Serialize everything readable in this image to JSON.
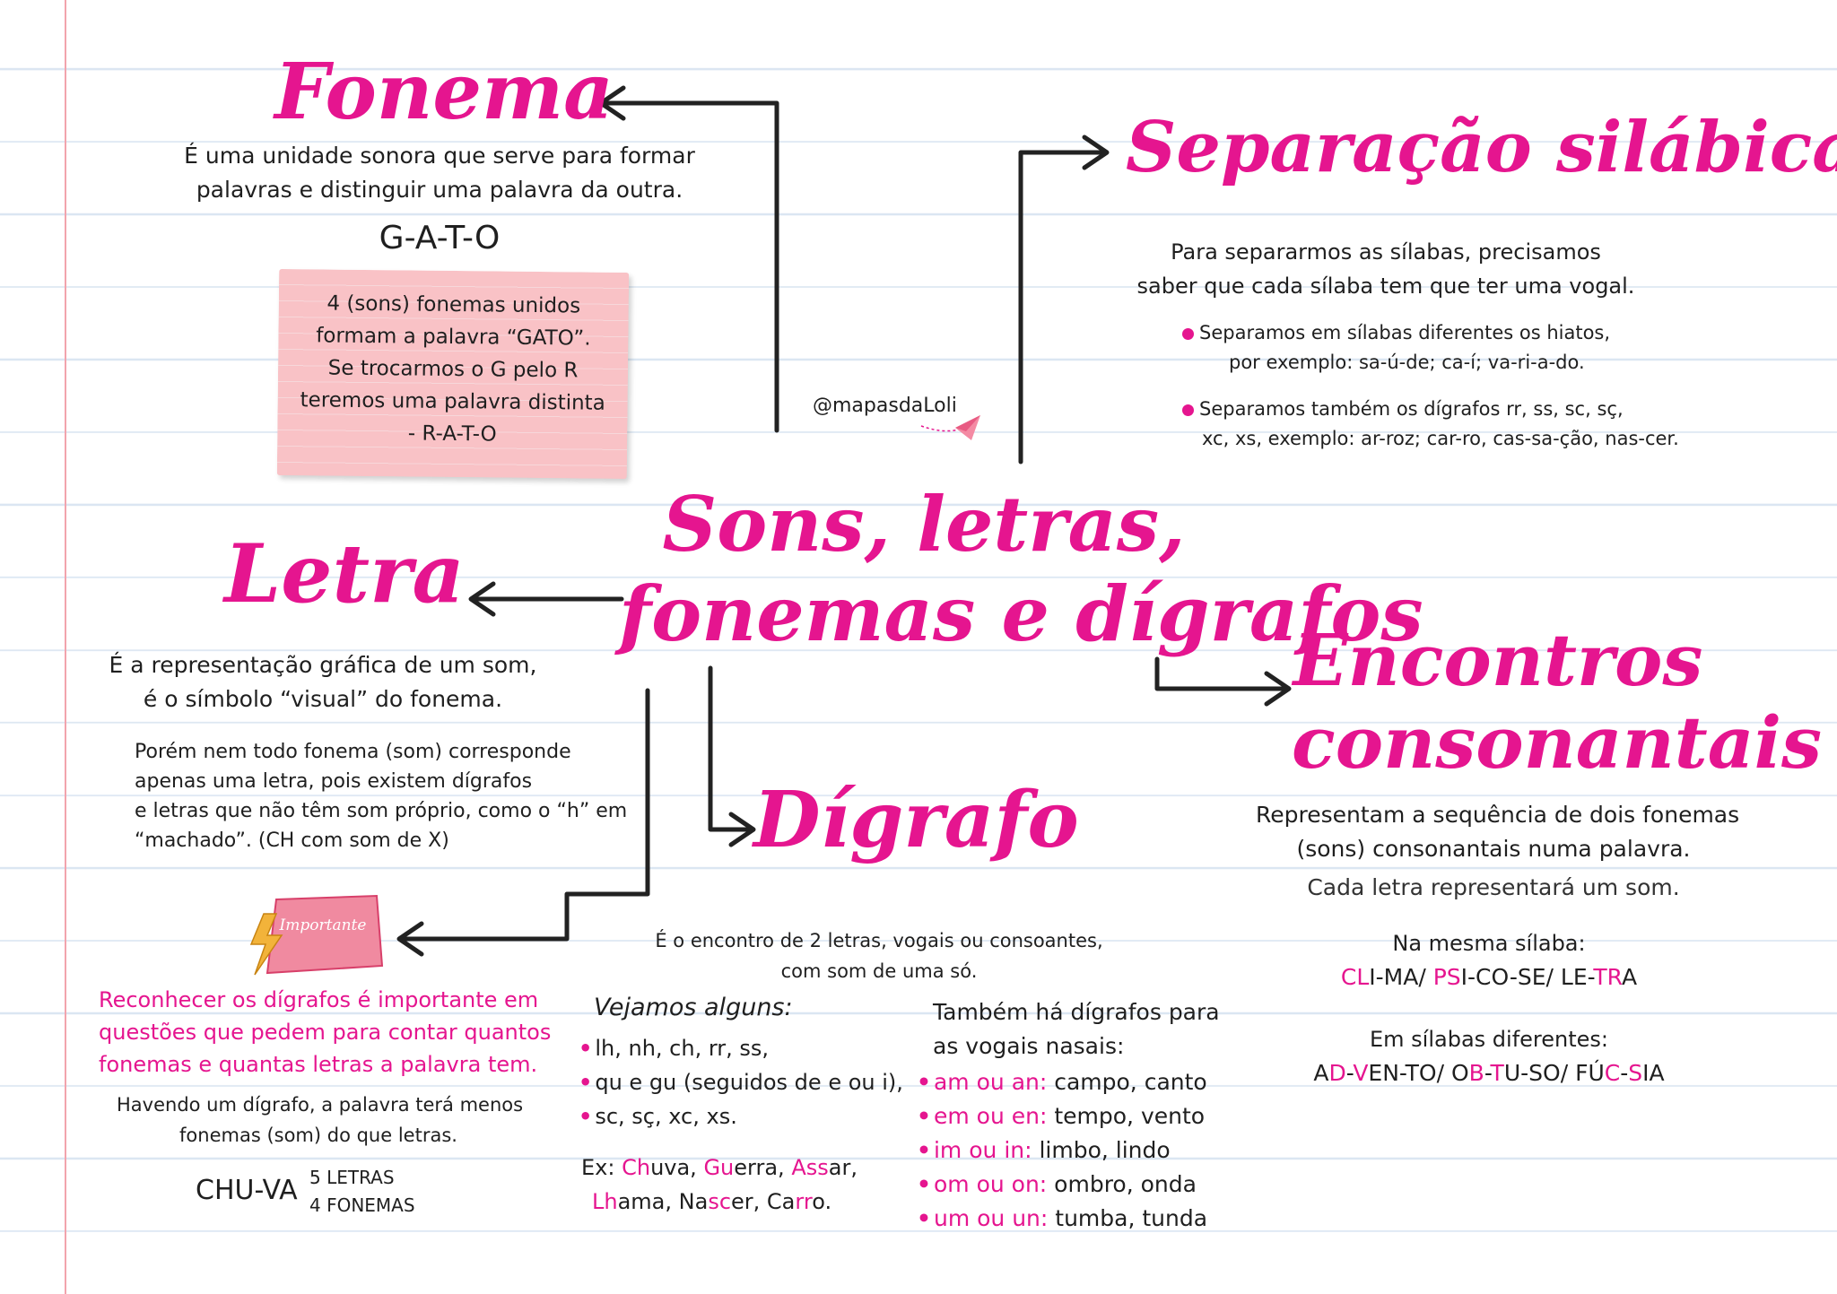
{
  "colors": {
    "accent": "#e5158f",
    "note_bg": "#f9c2c6",
    "ink": "#1f1f1f",
    "badge_bg": "#f08aa0",
    "lightning": "#f2b33a"
  },
  "center_title": [
    "Sons, letras,",
    "fonemas e dígrafos"
  ],
  "watermark": "@mapasdaLoli",
  "fonema": {
    "title": "Fonema",
    "desc": [
      "É uma unidade sonora que serve para formar",
      "palavras e distinguir uma palavra da outra."
    ],
    "example": "G-A-T-O",
    "note": [
      "4 (sons) fonemas unidos",
      "formam a palavra “GATO”.",
      "Se trocarmos o G pelo R",
      "teremos uma palavra distinta",
      "- R-A-T-O"
    ]
  },
  "separacao": {
    "title": "Separação silábica",
    "desc": [
      "Para separarmos as sílabas, precisamos",
      "saber que cada sílaba tem que ter uma vogal."
    ],
    "bullets": [
      [
        "Separamos em sílabas diferentes os hiatos,",
        "por exemplo: sa-ú-de; ca-í; va-ri-a-do."
      ],
      [
        "Separamos também os dígrafos rr, ss, sc, sç,",
        "xc, xs, exemplo: ar-roz; car-ro, cas-sa-ção, nas-cer."
      ]
    ]
  },
  "letra": {
    "title": "Letra",
    "desc": [
      "É a representação gráfica de um som,",
      "é o símbolo “visual” do fonema."
    ],
    "detail": [
      "Porém nem todo fonema (som) corresponde",
      "apenas uma letra, pois existem dígrafos",
      "e letras que não têm som próprio, como o “h” em",
      "“machado”. (CH com som de X)"
    ]
  },
  "encontros": {
    "title": [
      "Encontros",
      "consonantais"
    ],
    "desc": [
      "Representam a sequência de dois fonemas",
      "(sons) consonantais numa palavra."
    ],
    "desc2": "Cada letra representará um som.",
    "same_label": "Na mesma sílaba:",
    "same_parts": [
      "CL",
      "I-MA/ ",
      "PS",
      "I-CO-SE/ LE-",
      "TR",
      "A"
    ],
    "diff_label": "Em sílabas diferentes:",
    "diff_parts": [
      "A",
      "D",
      "-",
      "V",
      "EN-TO/ O",
      "B",
      "-",
      "T",
      "U-SO/ FÚ",
      "C",
      "-",
      "S",
      "IA"
    ]
  },
  "digrafo": {
    "title": "Dígrafo",
    "desc": [
      "É o encontro de 2 letras, vogais ou consoantes,",
      "com som de uma só."
    ],
    "list_title": "Vejamos alguns:",
    "list": [
      "lh, nh, ch, rr, ss,",
      "qu e gu (seguidos de e ou i),",
      "sc, sç, xc, xs."
    ],
    "ex_label": "Ex: ",
    "examples": [
      [
        "Ch",
        "uva, "
      ],
      [
        "Gu",
        "erra, "
      ],
      [
        "A",
        ""
      ],
      [
        "ss",
        "ar,"
      ],
      [
        "Lh",
        "ama, "
      ],
      [
        "Na",
        ""
      ],
      [
        "sc",
        "er,  "
      ],
      [
        "Ca",
        ""
      ],
      [
        "rr",
        "o."
      ]
    ],
    "nasal_title": [
      "Também há dígrafos para",
      "as vogais nasais:"
    ],
    "nasais": [
      {
        "key": "am ou an:",
        "ex": " campo, canto"
      },
      {
        "key": "em ou en:",
        "ex": " tempo, vento"
      },
      {
        "key": "im ou in:",
        "ex": " limbo, lindo"
      },
      {
        "key": "om ou on:",
        "ex": " ombro, onda"
      },
      {
        "key": "um ou un:",
        "ex": " tumba, tunda"
      }
    ]
  },
  "importante": {
    "badge": "Importante",
    "text": [
      "Reconhecer os dígrafos é importante em",
      "questões que pedem para contar quantos",
      "fonemas e quantas letras a palavra tem."
    ],
    "detail": [
      "Havendo um dígrafo, a palavra terá menos",
      "fonemas (som) do que letras."
    ],
    "example_word": "CHU-VA",
    "example_counts": [
      "5 LETRAS",
      "4 FONEMAS"
    ]
  }
}
